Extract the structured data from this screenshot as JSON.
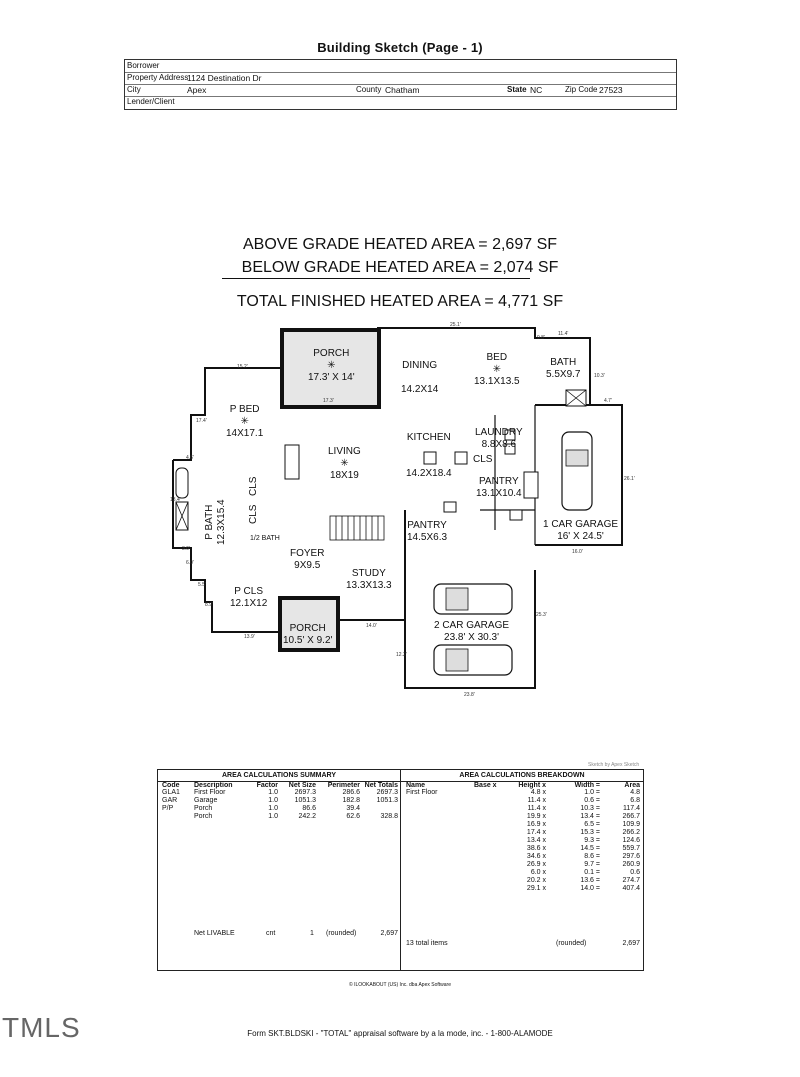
{
  "title": "Building Sketch (Page - 1)",
  "header": {
    "borrower_label": "Borrower",
    "address_label": "Property Address",
    "address": "1124 Destination Dr",
    "city_label": "City",
    "city": "Apex",
    "county_label": "County",
    "county": "Chatham",
    "state_label": "State",
    "state": "NC",
    "zip_label": "Zip Code",
    "zip": "27523",
    "lender_label": "Lender/Client"
  },
  "areas": {
    "above": "ABOVE GRADE HEATED AREA = 2,697 SF",
    "below": "BELOW GRADE HEATED AREA = 2,074 SF",
    "total": "TOTAL FINISHED HEATED AREA = 4,771 SF"
  },
  "rooms": {
    "porch_top": "PORCH",
    "porch_top_dim": "17.3' X 14'",
    "dining": "DINING",
    "dining_dim": "14.2X14",
    "bed": "BED",
    "bed_dim": "13.1X13.5",
    "bath": "BATH",
    "bath_dim": "5.5X9.7",
    "pbed": "P BED",
    "pbed_dim": "14X17.1",
    "living": "LIVING",
    "living_dim": "18X19",
    "kitchen": "KITCHEN",
    "kitchen_dim": "14.2X18.4",
    "laundry": "LAUNDRY",
    "laundry_dim": "8.8X8.6",
    "kitchen_cls": "CLS",
    "pantry1": "PANTRY",
    "pantry1_dim": "13.1X10.4",
    "garage1": "1 CAR GARAGE",
    "garage1_dim": "16' X 24.5'",
    "pbath": "P BATH",
    "pbath_dim": "12.3X15.4",
    "cls1": "CLS",
    "cls2": "CLS",
    "half_bath": "1/2 BATH",
    "pantry2": "PANTRY",
    "pantry2_dim": "14.5X6.3",
    "foyer": "FOYER",
    "foyer_dim": "9X9.5",
    "study": "STUDY",
    "study_dim": "13.3X13.3",
    "pcls": "P CLS",
    "pcls_dim": "12.1X12",
    "porch_bottom": "PORCH",
    "porch_bottom_dim": "10.5' X 9.2'",
    "garage2": "2 CAR GARAGE",
    "garage2_dim": "23.8' X 30.3'"
  },
  "dims": {
    "d1": "25.1'",
    "d2": "15.2'",
    "d3": "17.3'",
    "d4": "11.4'",
    "d5": "4.7'",
    "d6": "10.3'",
    "d7": "9.8'",
    "d8": "17.4'",
    "d9": "4.6'",
    "d10": "13.4'",
    "d11": "26.1'",
    "d12": "16.0'",
    "d13": "3.0'",
    "d14": "6.0'",
    "d15": "5.5'",
    "d16": "8.9'",
    "d17": "13.9'",
    "d18": "14.0'",
    "d19": "25.3'",
    "d20": "12.2'",
    "d21": "23.8'"
  },
  "watermark": "Sketch by Apex Sketch",
  "summary": {
    "title": "AREA CALCULATIONS SUMMARY",
    "headers": [
      "Code",
      "Description",
      "Factor",
      "Net Size",
      "Perimeter",
      "Net Totals"
    ],
    "rows": [
      [
        "GLA1",
        "First Floor",
        "1.0",
        "2697.3",
        "286.6",
        "2697.3"
      ],
      [
        "GAR",
        "Garage",
        "1.0",
        "1051.3",
        "182.8",
        "1051.3"
      ],
      [
        "P/P",
        "Porch",
        "1.0",
        "86.6",
        "39.4",
        ""
      ],
      [
        "",
        "Porch",
        "1.0",
        "242.2",
        "62.6",
        "328.8"
      ]
    ],
    "net_livable": "Net LIVABLE",
    "cnt_label": "cnt",
    "cnt": "1",
    "rounded": "(rounded)",
    "total": "2,697"
  },
  "breakdown": {
    "title": "AREA CALCULATIONS BREAKDOWN",
    "h_name": "Name",
    "h_base": "Base  x",
    "h_height": "Height  x",
    "h_width": "Width  =",
    "h_area": "Area",
    "name": "First Floor",
    "rows": [
      [
        "4.8  x",
        "1.0  =",
        "4.8"
      ],
      [
        "11.4  x",
        "0.6  =",
        "6.8"
      ],
      [
        "11.4  x",
        "10.3  =",
        "117.4"
      ],
      [
        "19.9  x",
        "13.4  =",
        "266.7"
      ],
      [
        "16.9  x",
        "6.5  =",
        "109.9"
      ],
      [
        "17.4  x",
        "15.3  =",
        "266.2"
      ],
      [
        "13.4  x",
        "9.3  =",
        "124.6"
      ],
      [
        "38.6  x",
        "14.5  =",
        "559.7"
      ],
      [
        "34.6  x",
        "8.6  =",
        "297.6"
      ],
      [
        "26.9  x",
        "9.7  =",
        "260.9"
      ],
      [
        "6.0  x",
        "0.1  =",
        "0.6"
      ],
      [
        "20.2  x",
        "13.6  =",
        "274.7"
      ],
      [
        "29.1  x",
        "14.0  =",
        "407.4"
      ]
    ],
    "total_items": "13 total items",
    "rounded": "(rounded)",
    "total": "2,697"
  },
  "copyright": "© ILOOKABOUT (US) Inc. dba Apex Software",
  "footer": "Form SKT.BLDSKI - \"TOTAL\" appraisal software by a la mode, inc. - 1-800-ALAMODE",
  "brand": "TMLS"
}
